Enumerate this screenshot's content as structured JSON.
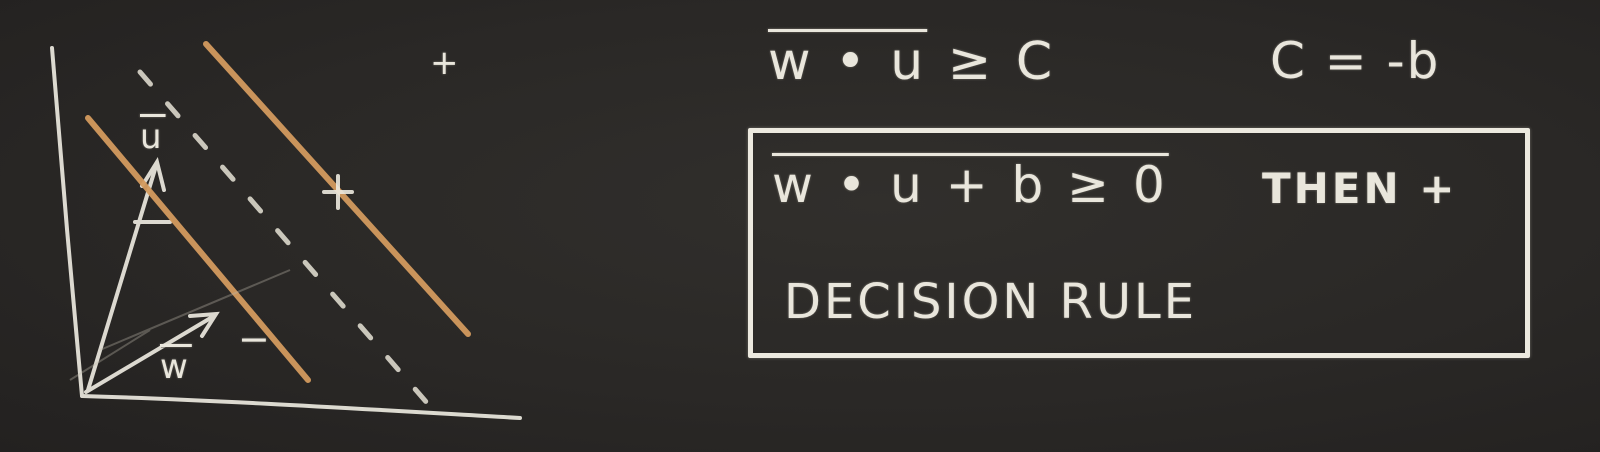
{
  "diagram": {
    "plus_label": "+",
    "minus_label": "−",
    "w_vector_label": "w",
    "u_vector_label": "u"
  },
  "equations": {
    "inequality_lhs": "w • u",
    "inequality_rhs": "≥ C",
    "constant_definition": "C = -b"
  },
  "decision_box": {
    "rule_expression": "w • u + b ≥ 0",
    "then_text": "THEN +",
    "title": "DECISION RULE"
  },
  "colors": {
    "chalk_white": "#ece9df",
    "chalk_orange": "#d39a5e",
    "board": "#2a2826"
  }
}
